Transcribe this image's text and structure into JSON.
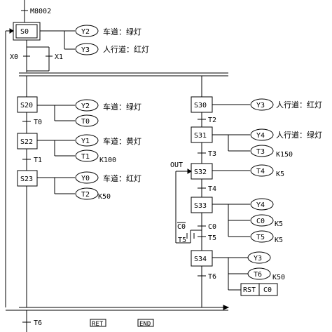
{
  "initial": {
    "contact": "M8002",
    "step": "S0",
    "outputs": [
      {
        "coil": "Y2",
        "note": "车道：绿灯"
      },
      {
        "coil": "Y3",
        "note": "人行道：红灯"
      }
    ],
    "x0": "X0",
    "x1": "X1"
  },
  "left_branch": {
    "steps": [
      {
        "id": "S20",
        "coils": [
          "Y2",
          "T0"
        ],
        "note": "车道：绿灯",
        "transition": "T0"
      },
      {
        "id": "S22",
        "coils": [
          "Y1",
          "T1"
        ],
        "note": "车道：黄灯",
        "k": "K100",
        "transition": "T1"
      },
      {
        "id": "S23",
        "coils": [
          "Y0",
          "T2"
        ],
        "note": "车道：红灯",
        "k": "K50"
      }
    ]
  },
  "right_branch": {
    "s30": {
      "id": "S30",
      "coil": "Y3",
      "note": "人行道：红灯",
      "transition": "T2"
    },
    "s31": {
      "id": "S31",
      "coils": [
        "Y4",
        "T3"
      ],
      "note": "人行道：绿灯",
      "k": "K150",
      "transition": "T3"
    },
    "s32": {
      "id": "S32",
      "coil": "T4",
      "k": "K5",
      "out_label": "OUT",
      "transition": "T4"
    },
    "s33": {
      "id": "S33",
      "coils": [
        "Y4",
        "C0",
        "T5"
      ],
      "k_c0": "K5",
      "k_t5": "K5",
      "contact_c0": "C0",
      "contact_t5": "T5",
      "label_c0_bar": "C0",
      "label_t5": "T5"
    },
    "s34": {
      "id": "S34",
      "coils": [
        "Y3",
        "T6"
      ],
      "k": "K50",
      "rst": "RST",
      "rst_target": "C0",
      "transition": "T6"
    }
  },
  "bottom": {
    "transition": "T6",
    "ret": "RET",
    "end": "END"
  }
}
